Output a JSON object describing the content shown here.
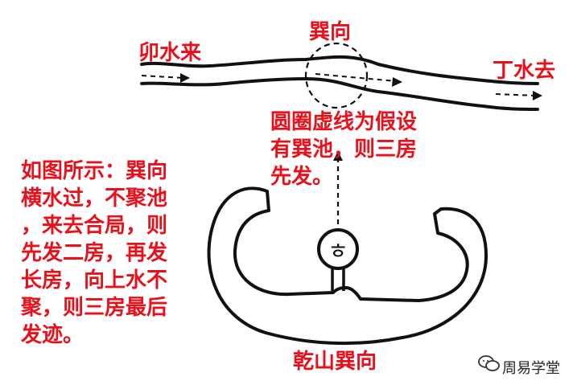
{
  "labels": {
    "direction_top": "巽向",
    "water_in": "卯水来",
    "water_out": "丁水去",
    "note_lines": [
      "圆圈虚线为假设",
      "有巽池，则三房",
      "先发。"
    ],
    "bottom": "乾山巽向",
    "house_glyph": "ㅎ"
  },
  "paragraph": {
    "lines": [
      "如图所示：巽向",
      "横水过，不聚池",
      "，来去合局，则",
      "先发二房，再发",
      "长房，向上水不",
      "聚，则三房最后",
      "发迹。"
    ]
  },
  "watermark": {
    "icon": "wechat-icon",
    "text": "周易学堂"
  },
  "colors": {
    "accent": "#e8101a",
    "ink": "#111111"
  }
}
